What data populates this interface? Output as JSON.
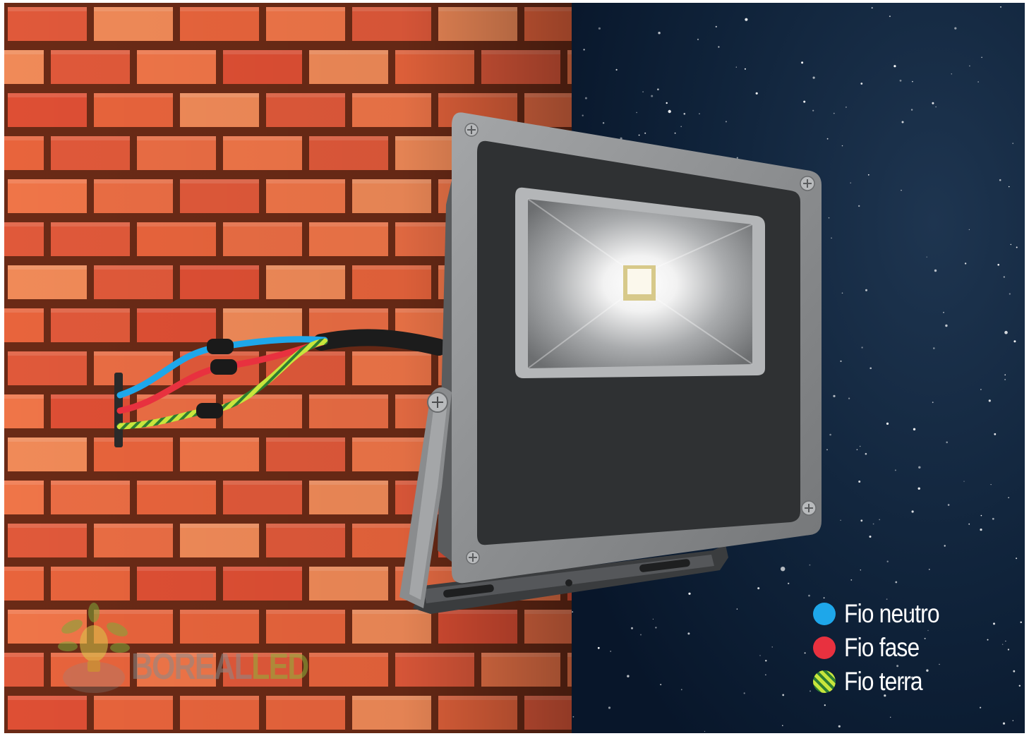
{
  "legend": {
    "items": [
      {
        "label": "Fio neutro",
        "color": "#1ea7ea"
      },
      {
        "label": "Fio fase",
        "color": "#e8313f"
      },
      {
        "label": "Fio terra",
        "color": "#c8e63c"
      }
    ]
  },
  "watermark": {
    "brand": "BOREAL",
    "suffix": "LED"
  },
  "colors": {
    "brick": "#e8643c",
    "mortar": "#6a2a16",
    "night_sky": "#0c1c33",
    "fixture_frame": "#8c8e90",
    "fixture_body": "#2f3133",
    "led_chip": "#f3eed8"
  }
}
